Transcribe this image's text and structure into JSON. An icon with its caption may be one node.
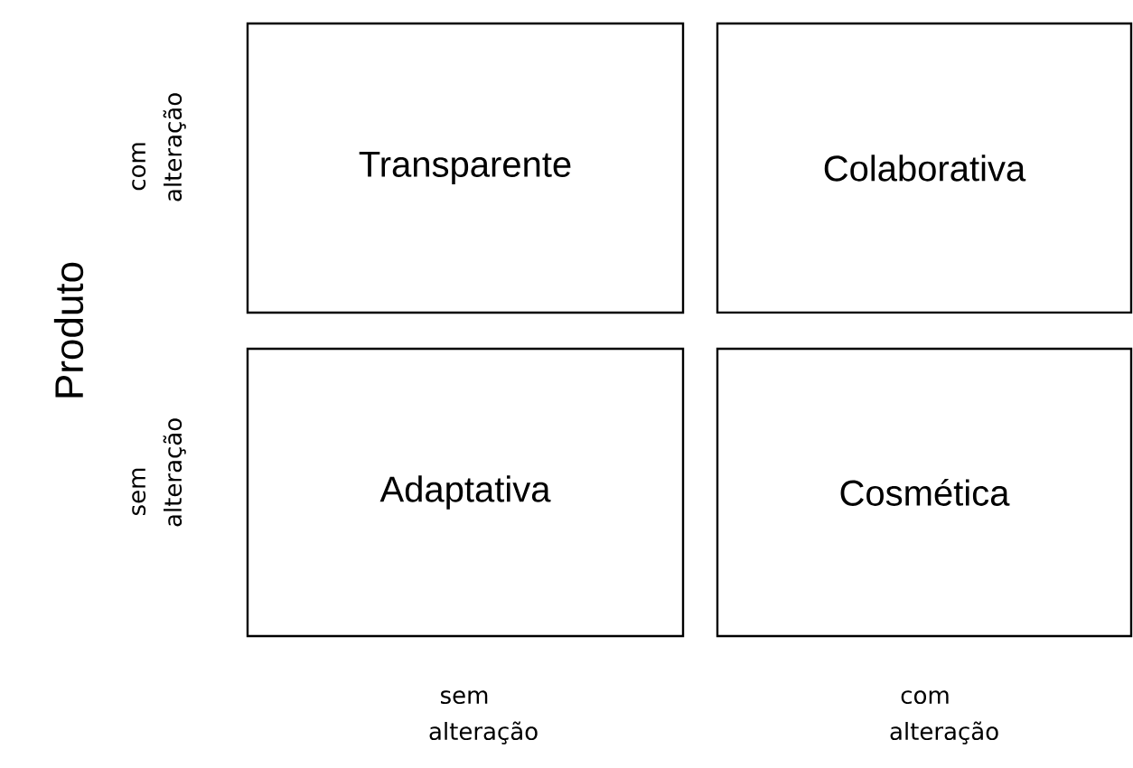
{
  "diagram": {
    "nodes": [
      {
        "text": [
          "Transparente"
        ]
      },
      {
        "text": [
          "Colaborativa"
        ]
      },
      {
        "text": [
          "Adaptativa"
        ]
      },
      {
        "text": [
          "Cosmética"
        ]
      }
    ],
    "labels": [
      "Produto",
      "com alteração",
      "sem alteração",
      "sem alteração",
      "com alteração"
    ]
  }
}
